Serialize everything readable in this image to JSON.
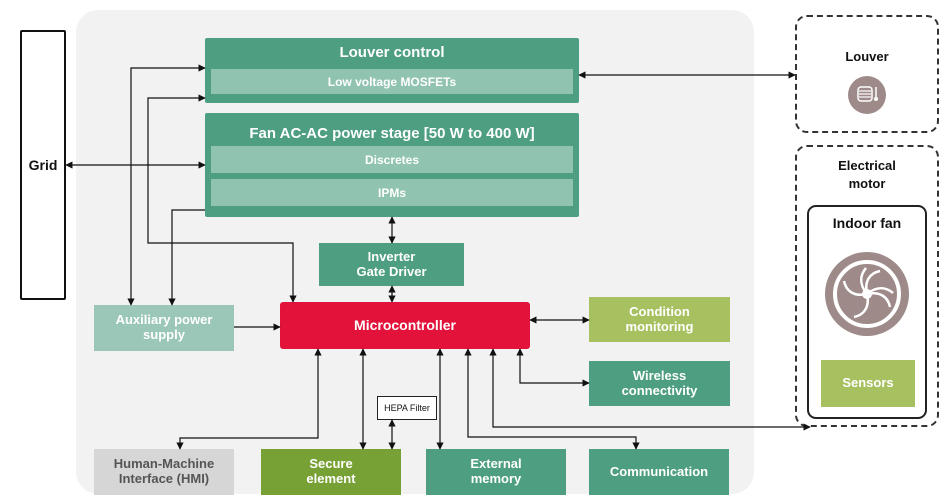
{
  "grid": {
    "label": "Grid"
  },
  "louver_control": {
    "title": "Louver control",
    "sub": "Low voltage MOSFETs"
  },
  "fan_stage": {
    "title": "Fan AC-AC power stage [50 W  to 400 W]",
    "discretes": "Discretes",
    "ipms": "IPMs"
  },
  "inverter": {
    "line1": "Inverter",
    "line2": "Gate Driver"
  },
  "aux": {
    "line1": "Auxiliary power",
    "line2": "supply"
  },
  "mcu": {
    "label": "Microcontroller"
  },
  "condition": {
    "line1": "Condition",
    "line2": "monitoring"
  },
  "wireless": {
    "line1": "Wireless",
    "line2": "connectivity"
  },
  "hepa": {
    "label": "HEPA Filter"
  },
  "hmi": {
    "line1": "Human-Machine",
    "line2": "Interface (HMI)"
  },
  "secure": {
    "line1": "Secure",
    "line2": "element"
  },
  "memory": {
    "line1": "External",
    "line2": "memory"
  },
  "communication": {
    "label": "Communication"
  },
  "louver": {
    "label": "Louver",
    "icon": "louver-icon"
  },
  "motor": {
    "line1": "Electrical",
    "line2": "motor",
    "indoor_fan": "Indoor fan",
    "sensors": "Sensors",
    "icon": "fan-icon"
  },
  "colors": {
    "dark_green": "#4e9e82",
    "light_green": "#9ac7b7",
    "red": "#e2123a",
    "olive": "#a8c160",
    "olive_dark": "#77a135",
    "gray": "#d6d6d6",
    "panel": "#f2f2f2",
    "icon_brown": "#9d8a89"
  }
}
